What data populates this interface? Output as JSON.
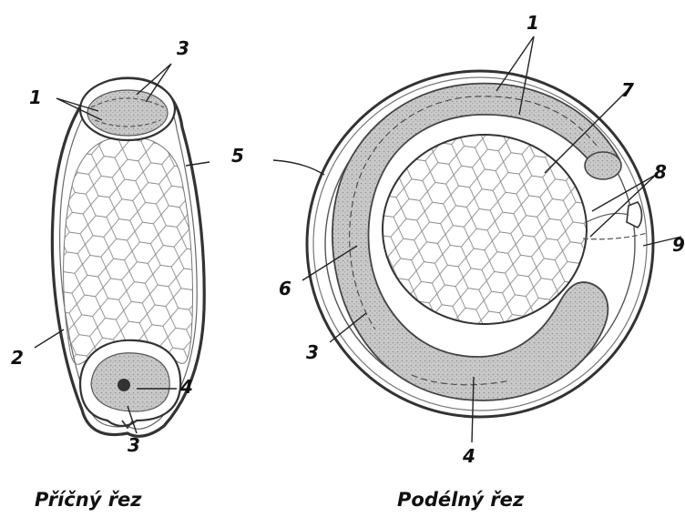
{
  "left_figure": {
    "caption": "Příčný řez",
    "labels": {
      "l1": "1",
      "l3_top": "3",
      "l5": "5",
      "l2": "2",
      "l4": "4",
      "l3_bottom": "3"
    }
  },
  "right_figure": {
    "caption": "Podélný řez",
    "labels": {
      "l1": "1",
      "l7": "7",
      "l8": "8",
      "l9": "9",
      "l6": "6",
      "l3": "3",
      "l4": "4"
    }
  },
  "colors": {
    "ink": "#111111",
    "tissue_shade": "#bdbdbd",
    "endosperm_line": "#8a8a8a"
  }
}
